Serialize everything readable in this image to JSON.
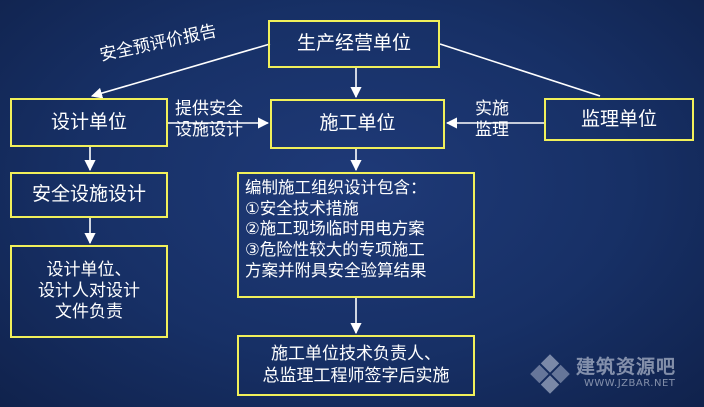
{
  "nodes": {
    "production_unit": "生产经营单位",
    "design_unit": "设计单位",
    "construction_unit": "施工单位",
    "supervision_unit": "监理单位",
    "safety_facility_design": "安全设施设计",
    "design_responsibility": [
      "设计单位、",
      "设计人对设计",
      "文件负责"
    ],
    "construction_plan": [
      "编制施工组织设计包含：",
      "①安全技术措施",
      "②施工现场临时用电方案",
      "③危险性较大的专项施工",
      "方案并附具安全验算结果"
    ],
    "sign_off": [
      "施工单位技术负责人、",
      "总监理工程师签字后实施"
    ]
  },
  "edge_labels": {
    "pre_evaluation": "安全预评价报告",
    "provide_design": [
      "提供安全",
      "设施设计"
    ],
    "implement_supervise": [
      "实施",
      "监理"
    ]
  },
  "watermark": {
    "name": "建筑资源吧",
    "url": "WWW.JZBAR.NET"
  },
  "colors": {
    "border": "#f1f05a",
    "text": "#ffffff",
    "arrow": "#ffffff",
    "background": "#173066"
  }
}
